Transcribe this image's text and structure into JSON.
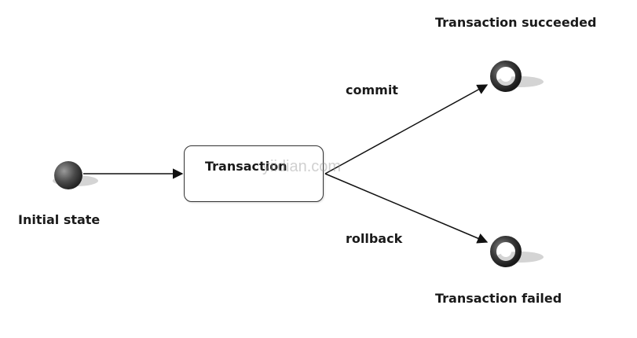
{
  "diagram": {
    "initial_label": "Initial state",
    "transaction_label": "Transaction",
    "commit_label": "commit",
    "rollback_label": "rollback",
    "succeeded_label": "Transaction succeeded",
    "failed_label": "Transaction failed",
    "watermark": "yiidian.com"
  },
  "colors": {
    "line": "#111111",
    "node_dark": "#2f2f2f",
    "node_shadow": "#cccccc"
  }
}
